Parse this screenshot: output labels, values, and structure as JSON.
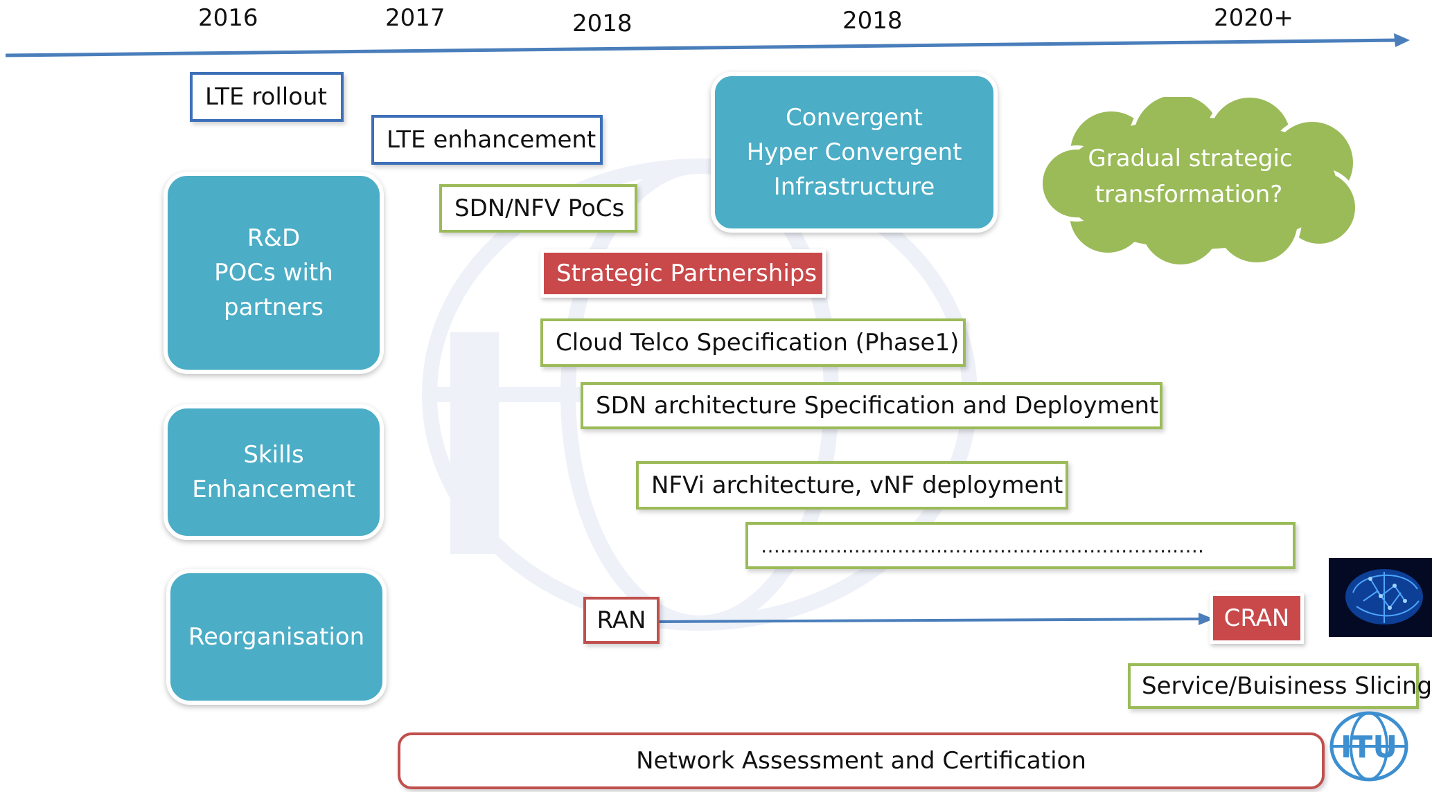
{
  "timeline": {
    "years": [
      "2016",
      "2017",
      "2018",
      "2018",
      "2020+"
    ]
  },
  "left_boxes": {
    "rd": [
      "R&D",
      "POCs with",
      "partners"
    ],
    "skills": [
      "Skills",
      "Enhancement"
    ],
    "reorg": [
      "Reorganisation"
    ]
  },
  "boxes": {
    "lte_rollout": "LTE  rollout",
    "lte_enhancement": "LTE  enhancement",
    "sdn_nfv_pocs": "SDN/NFV  PoCs",
    "strategic_partnerships": "Strategic  Partnerships",
    "cloud_telco": "Cloud  Telco  Specification  (Phase1)",
    "sdn_architecture": "SDN  architecture  Specification  and  Deployment",
    "nfvi": "NFVi  architecture,  vNF  deployment",
    "dots": "…...................……..……..…..…….….….……..….",
    "ran": "RAN",
    "cran": "CRAN",
    "slicing": "Service/Buisiness  Slicing",
    "network_assessment": "Network  Assessment  and  Certification"
  },
  "convergent": [
    "Convergent",
    "Hyper  Convergent",
    "Infrastructure"
  ],
  "cloud": [
    "Gradual  strategic",
    "transformation?"
  ],
  "logo": {
    "text": "ITU"
  },
  "colors": {
    "axis": "#4a7ebb",
    "teal": "#4badc6",
    "blue_border": "#3d70b8",
    "green_border": "#9bbb59",
    "red": "#c0504d",
    "cloud": "#9bbb59"
  }
}
